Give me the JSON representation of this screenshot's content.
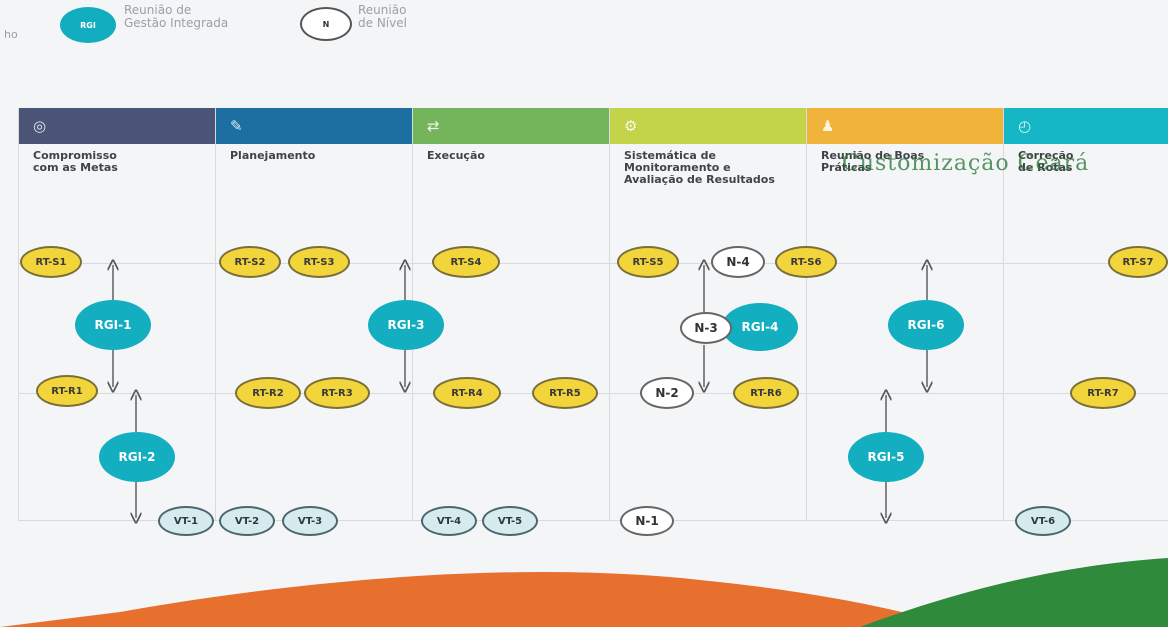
{
  "legend": {
    "lead_text": "ho",
    "rgi_badge": "RGI",
    "rgi_label_line1": "Reunião de",
    "rgi_label_line2": "Gestão Integrada",
    "n_badge": "N",
    "n_label_line1": "Reunião",
    "n_label_line2": "de Nível"
  },
  "columns": [
    {
      "color": "#4a5578",
      "icon": "target-icon",
      "glyph": "◎",
      "title_lines": [
        "Compromisso",
        "com as Metas"
      ]
    },
    {
      "color": "#1c6fa0",
      "icon": "document-edit-icon",
      "glyph": "✎",
      "title_lines": [
        "Planejamento"
      ]
    },
    {
      "color": "#74b45a",
      "icon": "execution-arrows-icon",
      "glyph": "⇄",
      "title_lines": [
        "Execução"
      ]
    },
    {
      "color": "#c3d34a",
      "icon": "monitoring-gears-icon",
      "glyph": "⚙",
      "title_lines": [
        "Sistemática de",
        "Monitoramento e",
        "Avaliação de Resultados"
      ]
    },
    {
      "color": "#f0b43a",
      "icon": "people-icon",
      "glyph": "♟",
      "title_lines": [
        "Reunião de Boas",
        "Práticas"
      ]
    },
    {
      "color": "#15b6c6",
      "icon": "compass-icon",
      "glyph": "◴",
      "title_lines": [
        "Correção",
        "de Rotas"
      ]
    }
  ],
  "watermark": "Customização Ceará",
  "nodes": {
    "rt_s1": "RT-S1",
    "rt_s2": "RT-S2",
    "rt_s3": "RT-S3",
    "rt_s4": "RT-S4",
    "rt_s5": "RT-S5",
    "rt_s6": "RT-S6",
    "rt_s7": "RT-S7",
    "rt_r1": "RT-R1",
    "rt_r2": "RT-R2",
    "rt_r3": "RT-R3",
    "rt_r4": "RT-R4",
    "rt_r5": "RT-R5",
    "rt_r6": "RT-R6",
    "rt_r7": "RT-R7",
    "rgi_1": "RGI-1",
    "rgi_2": "RGI-2",
    "rgi_3": "RGI-3",
    "rgi_4": "RGI-4",
    "rgi_5": "RGI-5",
    "rgi_6": "RGI-6",
    "n_1": "N-1",
    "n_2": "N-2",
    "n_3": "N-3",
    "n_4": "N-4",
    "vt_1": "VT-1",
    "vt_2": "VT-2",
    "vt_3": "VT-3",
    "vt_4": "VT-4",
    "vt_5": "VT-5",
    "vt_6": "VT-6"
  },
  "colors": {
    "rt": "#f2d43b",
    "rgi": "#13aec0",
    "n": "#ffffff",
    "vt": "#d6ebee",
    "wave_orange": "#e8702e",
    "wave_green": "#2f8a3c"
  }
}
